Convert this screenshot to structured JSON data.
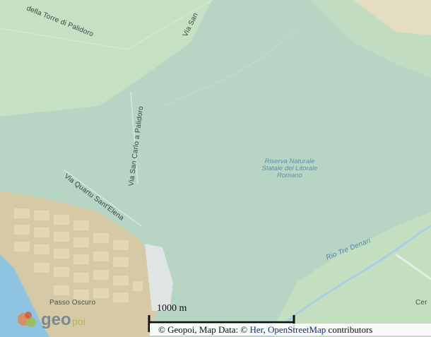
{
  "roads": {
    "torre_palidoro": "della Torre di Palidoro",
    "via_san": "Via San",
    "san_carlo": "Via San Carlo a Palidoro",
    "quartu": "Via Quartu Sant'Elena"
  },
  "areas": {
    "riserva": [
      "Riserva Naturale",
      "Statale del Litorale",
      "Romano"
    ]
  },
  "water": {
    "river": "Rio Tre Denari"
  },
  "places": {
    "town": "Passo Oscuro",
    "cer": "Cer"
  },
  "logo": {
    "text": "geo",
    "suffix": "poi"
  },
  "scale": {
    "label": "1000 m"
  },
  "attribution": {
    "prefix": "© Geopoi, Map Data: © ",
    "link1": "Her",
    "sep": ", ",
    "link2": "OpenStreetMap",
    "suffix": " contributors"
  },
  "colors": {
    "reserve": "#b5d3c4",
    "farmland": "#c9e0c4",
    "urban": "#d2c7a8",
    "sea": "#8fc3e2",
    "river": "#4f8ca8"
  }
}
